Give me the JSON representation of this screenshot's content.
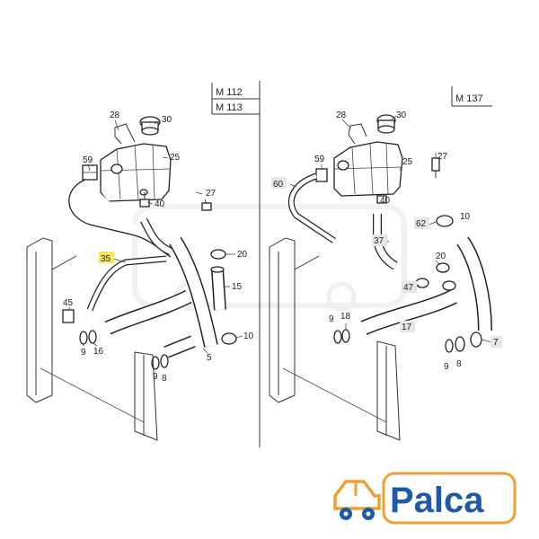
{
  "panels": {
    "left": {
      "engine_labels": [
        "M 112",
        "M 113"
      ],
      "callouts": [
        {
          "id": "28",
          "text": "28"
        },
        {
          "id": "30",
          "text": "30"
        },
        {
          "id": "25",
          "text": "25"
        },
        {
          "id": "59",
          "text": "59"
        },
        {
          "id": "27",
          "text": "27"
        },
        {
          "id": "40",
          "text": "40"
        },
        {
          "id": "35",
          "text": "35",
          "highlight": true
        },
        {
          "id": "20",
          "text": "20"
        },
        {
          "id": "15",
          "text": "15"
        },
        {
          "id": "45",
          "text": "45"
        },
        {
          "id": "10",
          "text": "10"
        },
        {
          "id": "9a",
          "text": "9"
        },
        {
          "id": "16",
          "text": "16"
        },
        {
          "id": "5",
          "text": "5"
        },
        {
          "id": "9b",
          "text": "9"
        },
        {
          "id": "8",
          "text": "8"
        }
      ]
    },
    "right": {
      "engine_labels": [
        "M 137"
      ],
      "callouts": [
        {
          "id": "28",
          "text": "28"
        },
        {
          "id": "30",
          "text": "30"
        },
        {
          "id": "59",
          "text": "59"
        },
        {
          "id": "25",
          "text": "25"
        },
        {
          "id": "27",
          "text": "27"
        },
        {
          "id": "60",
          "text": "60",
          "gray": true
        },
        {
          "id": "40",
          "text": "40"
        },
        {
          "id": "62",
          "text": "62",
          "gray": true
        },
        {
          "id": "10",
          "text": "10"
        },
        {
          "id": "37",
          "text": "37",
          "gray": true
        },
        {
          "id": "20",
          "text": "20"
        },
        {
          "id": "47",
          "text": "47",
          "gray": true
        },
        {
          "id": "18",
          "text": "18"
        },
        {
          "id": "9a",
          "text": "9"
        },
        {
          "id": "17",
          "text": "17",
          "gray": true
        },
        {
          "id": "7",
          "text": "7",
          "gray": true
        },
        {
          "id": "9b",
          "text": "9"
        },
        {
          "id": "8",
          "text": "8"
        }
      ]
    }
  },
  "logo": {
    "text": "Palca",
    "icon": "car-icon",
    "brand_color": "#1f5aa6",
    "accent_color": "#f0a030"
  },
  "colors": {
    "highlight": "#f6e85a",
    "gray_box": "#e6e6e6",
    "line": "#333333"
  }
}
